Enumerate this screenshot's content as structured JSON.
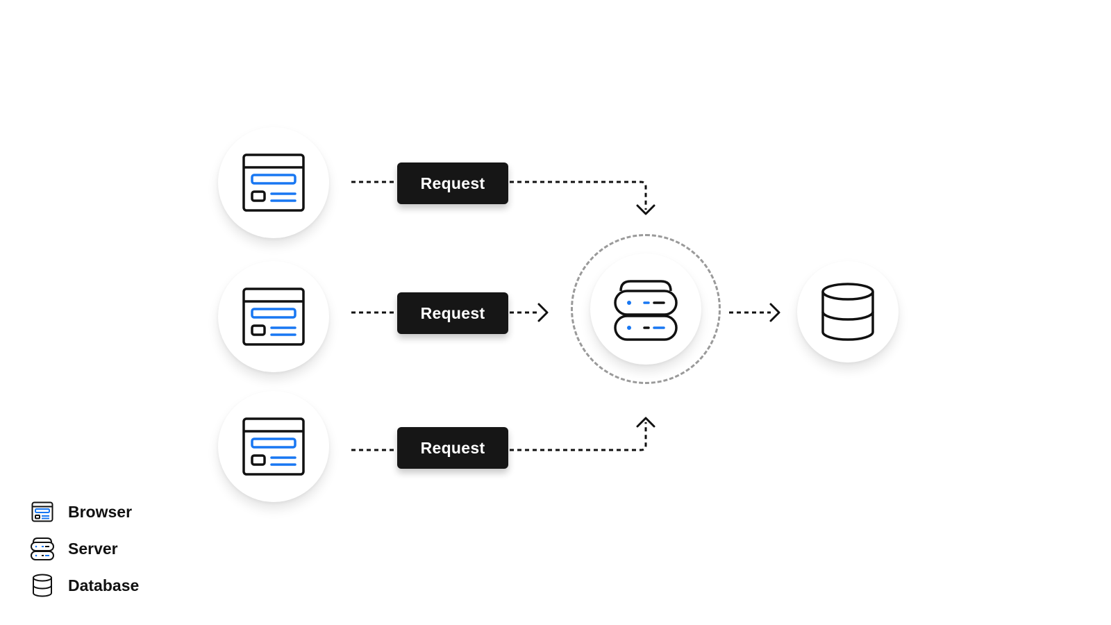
{
  "diagram": {
    "requests": [
      {
        "label": "Request"
      },
      {
        "label": "Request"
      },
      {
        "label": "Request"
      }
    ],
    "nodes": {
      "browser_icon": "browser-window-icon",
      "server_icon": "server-rack-icon",
      "database_icon": "database-cylinder-icon"
    }
  },
  "legend": {
    "items": [
      {
        "label": "Browser",
        "icon": "browser-icon"
      },
      {
        "label": "Server",
        "icon": "server-icon"
      },
      {
        "label": "Database",
        "icon": "database-icon"
      }
    ]
  },
  "colors": {
    "accent": "#1877F2",
    "label_background": "#161616",
    "outline": "#111111",
    "ring": "#9a9a9a"
  }
}
